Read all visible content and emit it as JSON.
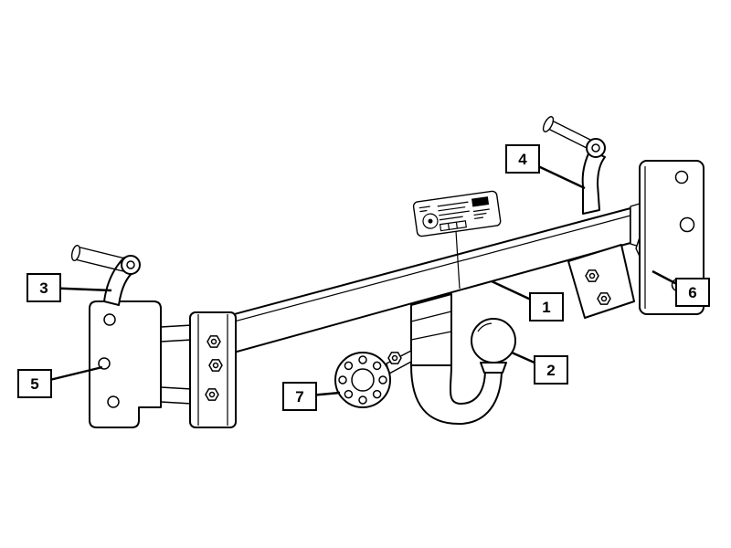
{
  "diagram": {
    "background": "#ffffff",
    "line_color": "#000000",
    "callouts": [
      {
        "num": "1"
      },
      {
        "num": "2"
      },
      {
        "num": "3"
      },
      {
        "num": "4"
      },
      {
        "num": "5"
      },
      {
        "num": "6"
      },
      {
        "num": "7"
      }
    ]
  }
}
